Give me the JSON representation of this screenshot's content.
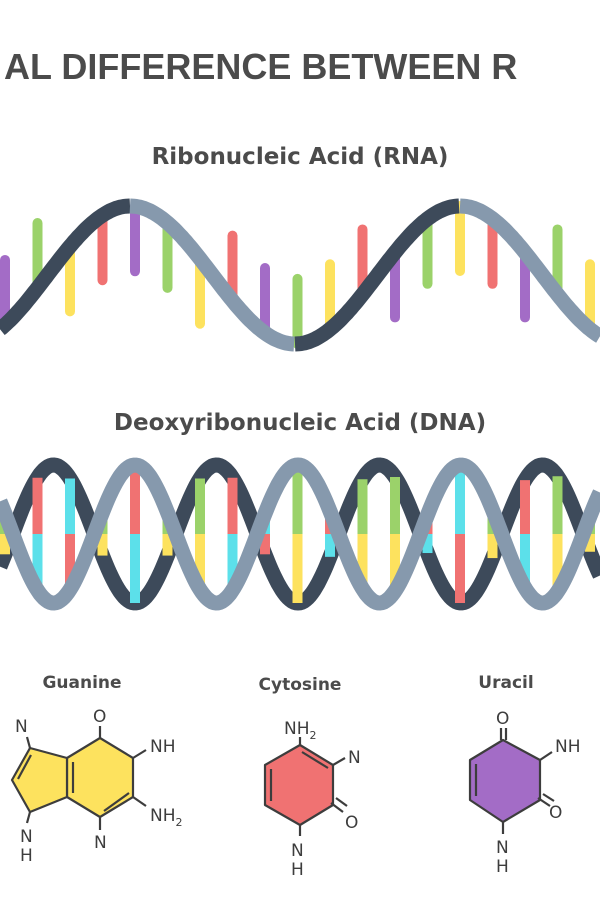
{
  "title": "AL DIFFERENCE BETWEEN R",
  "rna": {
    "label": "Ribonucleic Acid (RNA)"
  },
  "dna": {
    "label": "Deoxyribonucleic Acid (DNA)"
  },
  "molecules": [
    {
      "name": "Guanine",
      "color": "#fde25e",
      "atoms": {
        "o": "O",
        "nh": "NH",
        "nh2": "NH",
        "n_bottom": "N",
        "n_left": "N",
        "nh_bottom_n": "N",
        "nh_bottom_h": "H"
      }
    },
    {
      "name": "Cytosine",
      "color": "#f07272",
      "atoms": {
        "nh2": "NH",
        "n": "N",
        "o": "O",
        "nh_n": "N",
        "nh_h": "H"
      }
    },
    {
      "name": "Uracil",
      "color": "#a36cc6",
      "atoms": {
        "o_top": "O",
        "nh": "NH",
        "o_right": "O",
        "nh_n": "N",
        "nh_h": "H"
      }
    }
  ],
  "colors": {
    "strand_dark": "#3d4a5a",
    "strand_light": "#8699ad",
    "purple": "#a36cc6",
    "green": "#9bd26a",
    "yellow": "#fde25e",
    "red": "#f07272",
    "cyan": "#5ce0ea"
  }
}
